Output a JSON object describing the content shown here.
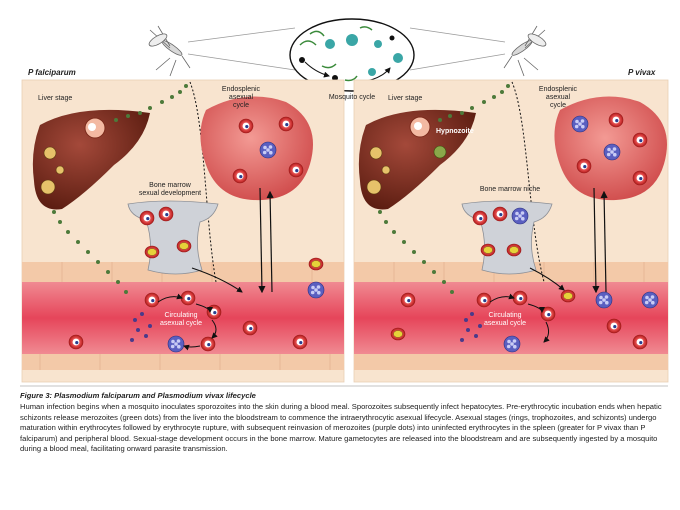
{
  "panels": {
    "left_title": "P falciparum",
    "right_title": "P vivax"
  },
  "labels": {
    "mosquito_cycle": "Mosquito cycle",
    "left": {
      "liver_stage": "Liver stage",
      "endosplenic": [
        "Endosplenic",
        "asexual",
        "cycle"
      ],
      "bone_marrow": [
        "Bone marrow",
        "sexual development"
      ],
      "circulating": [
        "Circulating",
        "asexual cycle"
      ]
    },
    "right": {
      "liver_stage": "Liver stage",
      "hypnozoite": "Hypnozoite",
      "endosplenic": [
        "Endosplenic",
        "asexual",
        "cycle"
      ],
      "bone_marrow": "Bone marrow niche",
      "circulating": [
        "Circulating",
        "asexual cycle"
      ]
    }
  },
  "caption": {
    "title": "Figure 3: Plasmodium falciparum and Plasmodium vivax lifecycle",
    "body": "Human infection begins when a mosquito inoculates sporozoites into the skin during a blood meal. Sporozoites subsequently infect hepatocytes. Pre-erythrocytic incubation ends when hepatic schizonts release merozoites (green dots) from the liver into the bloodstream to commence the intraerythrocytic asexual lifecycle. Asexual stages (rings, trophozoites, and schizonts) undergo maturation within erythrocytes followed by erythrocyte rupture, with subsequent reinvasion of merozoites (purple dots) into uninfected erythrocytes in the spleen (greater for P vivax than P falciparum) and peripheral blood. Sexual-stage development occurs in the bone marrow. Mature gametocytes are released into the bloodstream and are subsequently ingested by a mosquito during a blood meal, facilitating onward parasite transmission."
  },
  "colors": {
    "background_panel": "#f8e4cf",
    "liver": "#7b2b1c",
    "spleen": "#e26a6a",
    "vessel": "#e9576a",
    "tissue": "#f3c9a8",
    "merozoite_green": "#4d7a3a",
    "merozoite_purple": "#4a3a8a",
    "marrow": "#cfd2d8",
    "text": "#222222"
  }
}
